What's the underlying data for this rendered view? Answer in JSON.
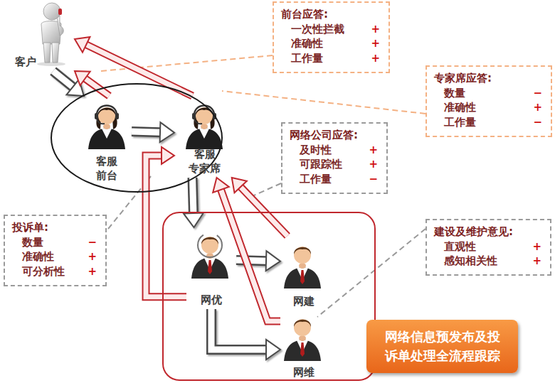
{
  "diagram": {
    "nodes": [
      {
        "text": [
          "客户"
        ]
      },
      {
        "text": []
      },
      {
        "text": [
          "客服 前台"
        ],
        "in": 1
      },
      {
        "text": [
          "客服 专家席"
        ],
        "in": 1
      },
      {
        "text": []
      },
      {
        "text": [
          "网优"
        ],
        "in": 4
      },
      {
        "text": [
          "网建"
        ],
        "in": 4
      },
      {
        "text": [
          "网维"
        ],
        "in": 4
      },
      {
        "text": [
          "前台应答:",
          "一次性拦截",
          "+",
          "准确性",
          "+",
          "工作量",
          "+"
        ]
      },
      {
        "text": [
          "专家席应答:",
          "数量",
          "−",
          "准确性",
          "+",
          "工作量",
          "−"
        ]
      },
      {
        "text": [
          "网络公司应答:",
          "及时性",
          "+",
          "可跟踪性",
          "+",
          "工作量",
          "−"
        ]
      },
      {
        "text": [
          "投诉单:",
          "数量",
          "−",
          "准确性",
          "+",
          "可分析性",
          "+"
        ]
      },
      {
        "text": [
          "建设及维护意见:",
          "直观性",
          "+",
          "感知相关性",
          "+"
        ]
      },
      {
        "text": [
          "网络信息预发布及投诉单处理全流程跟踪"
        ]
      }
    ],
    "edges": [
      {
        "from": 0,
        "to": 2,
        "arrow": "to"
      },
      {
        "from": 2,
        "to": 3,
        "arrow": "to"
      },
      {
        "from": 3,
        "to": 5,
        "arrow": "to"
      },
      {
        "from": 5,
        "to": 6,
        "arrow": "to"
      },
      {
        "from": 5,
        "to": 7,
        "arrow": "to"
      },
      {
        "from": 2,
        "to": 0,
        "arrow": "to"
      },
      {
        "from": 3,
        "to": 0,
        "arrow": "to"
      },
      {
        "from": 5,
        "to": 3,
        "arrow": "to"
      },
      {
        "from": 6,
        "to": 3,
        "arrow": "to"
      },
      {
        "from": 7,
        "to": 3,
        "arrow": "to"
      }
    ]
  }
}
